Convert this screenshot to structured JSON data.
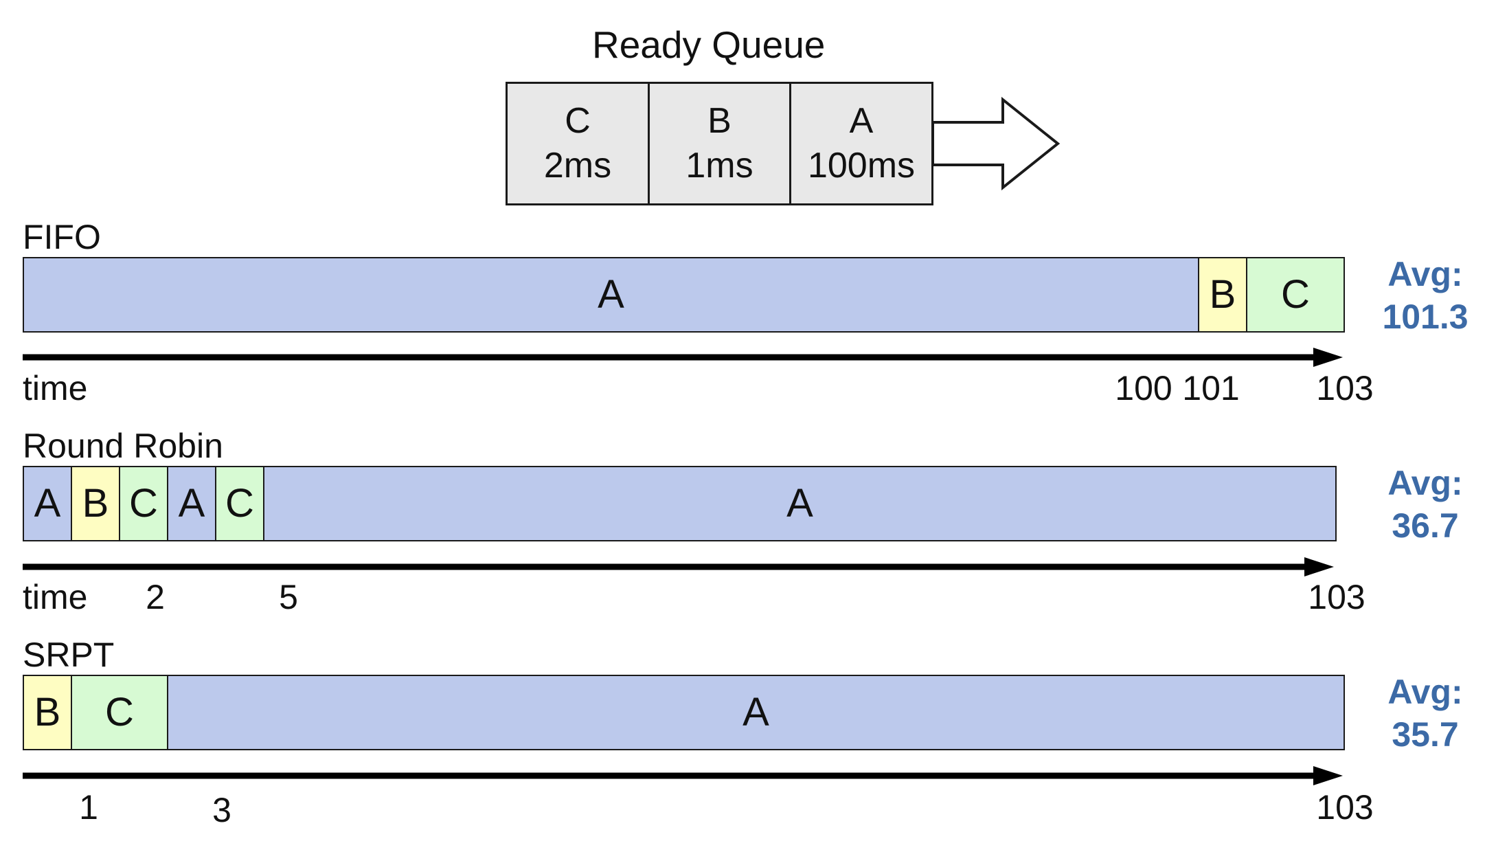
{
  "queue": {
    "title": "Ready Queue",
    "jobs": [
      {
        "name": "C",
        "duration": "2ms"
      },
      {
        "name": "B",
        "duration": "1ms"
      },
      {
        "name": "A",
        "duration": "100ms"
      }
    ]
  },
  "colors": {
    "A": "#bcc9ec",
    "B": "#fefdc2",
    "C": "#d7fad3",
    "queue_cell": "#e8e8e8",
    "avg_text": "#3c6aa6"
  },
  "schedules": [
    {
      "label": "FIFO",
      "total": 103,
      "segments": [
        {
          "job": "A",
          "start": 0,
          "end": 100
        },
        {
          "job": "B",
          "start": 100,
          "end": 101
        },
        {
          "job": "C",
          "start": 101,
          "end": 103
        }
      ],
      "axis_label": "time",
      "ticks": [
        "100",
        "101",
        "103"
      ],
      "avg_label": "Avg:",
      "avg_value": "101.3"
    },
    {
      "label": "Round Robin",
      "total": 103,
      "segments": [
        {
          "job": "A",
          "start": 0,
          "end": 1
        },
        {
          "job": "B",
          "start": 1,
          "end": 2
        },
        {
          "job": "C",
          "start": 2,
          "end": 3
        },
        {
          "job": "A",
          "start": 3,
          "end": 4
        },
        {
          "job": "C",
          "start": 4,
          "end": 5
        },
        {
          "job": "A",
          "start": 5,
          "end": 103
        }
      ],
      "axis_label": "time",
      "ticks": [
        "2",
        "5",
        "103"
      ],
      "avg_label": "Avg:",
      "avg_value": "36.7"
    },
    {
      "label": "SRPT",
      "total": 103,
      "segments": [
        {
          "job": "B",
          "start": 0,
          "end": 1
        },
        {
          "job": "C",
          "start": 1,
          "end": 3
        },
        {
          "job": "A",
          "start": 3,
          "end": 103
        }
      ],
      "axis_label": "",
      "ticks": [
        "1",
        "3",
        "103"
      ],
      "avg_label": "Avg:",
      "avg_value": "35.7"
    }
  ]
}
